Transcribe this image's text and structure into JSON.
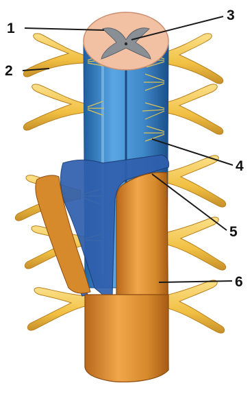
{
  "labels": [
    {
      "id": "1",
      "text": "1"
    },
    {
      "id": "2",
      "text": "2"
    },
    {
      "id": "3",
      "text": "3"
    },
    {
      "id": "4",
      "text": "4"
    },
    {
      "id": "5",
      "text": "5"
    },
    {
      "id": "6",
      "text": "6"
    }
  ],
  "colors": {
    "pia": "#3f88c9",
    "pia_light": "#7fb6e6",
    "arachnoid": "#2f5fae",
    "dura": "#d68a2c",
    "dura_light": "#f0b252",
    "nerve": "#f1c043",
    "nerve_dark": "#c7902a",
    "cord_section": "#f2c0a3",
    "gray_matter": "#8a8f96",
    "leader": "#1a1a1a"
  }
}
